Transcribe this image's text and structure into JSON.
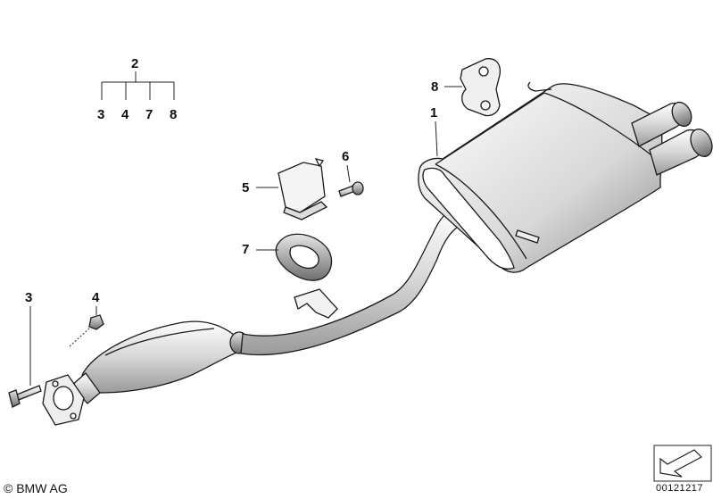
{
  "diagram": {
    "callouts": {
      "c1": "1",
      "c2": "2",
      "c3_top": "3",
      "c4_top": "4",
      "c7_top": "7",
      "c8_top": "8",
      "c3": "3",
      "c4": "4",
      "c5": "5",
      "c6": "6",
      "c7": "7",
      "c8": "8"
    }
  },
  "footer": {
    "copyright": "© BMW AG",
    "drawing_number": "00121217"
  }
}
